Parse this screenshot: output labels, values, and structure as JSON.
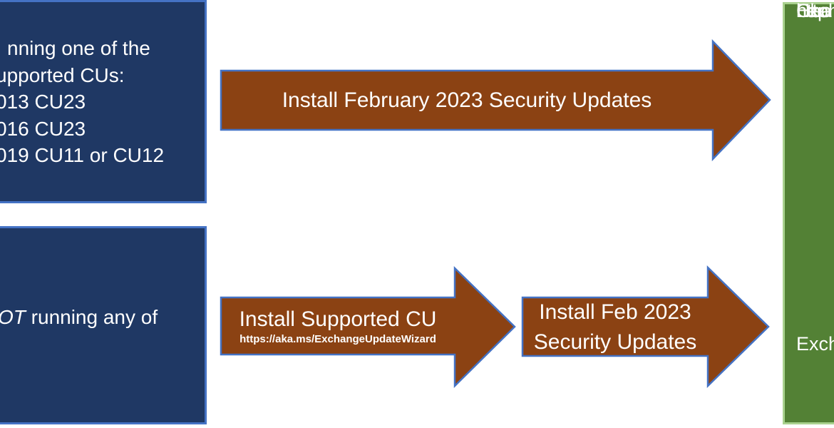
{
  "colors": {
    "navy_fill": "#1F3864",
    "navy_border": "#4472C4",
    "arrow_fill": "#8B4213",
    "arrow_border": "#4472C4",
    "green_fill": "#538135",
    "green_border": "#A9D18E",
    "text": "#FFFFFF"
  },
  "supported_cus_box": {
    "lines": [
      "nning one of the",
      "upported CUs:",
      "013 CU23",
      "016 CU23",
      "019 CU11 or CU12"
    ]
  },
  "not_running_box": {
    "italic_fragment": "OT",
    "fragment": " running any of"
  },
  "green_box": {
    "lines": [
      "Exch",
      "Che",
      "nee",
      "Hea",
      "http",
      "Exch"
    ]
  },
  "arrow_top": {
    "label": "Install February 2023 Security Updates"
  },
  "arrow_install_cu": {
    "label": "Install Supported CU",
    "url": "https://aka.ms/ExchangeUpdateWizard"
  },
  "arrow_feb_updates": {
    "line1": "Install Feb 2023",
    "line2": "Security Updates"
  }
}
